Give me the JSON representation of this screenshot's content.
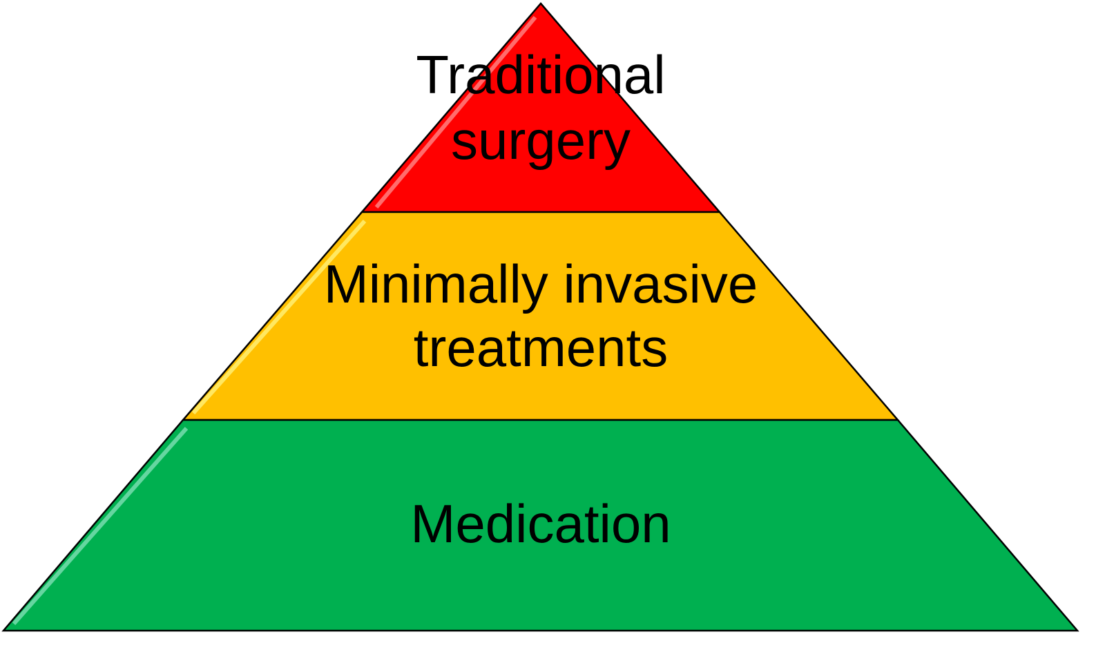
{
  "diagram": {
    "type": "pyramid",
    "tiers": [
      {
        "lines": [
          "Traditional",
          "surgery"
        ],
        "color": "#FF0000"
      },
      {
        "lines": [
          "Minimally invasive",
          "treatments"
        ],
        "color": "#FFC000"
      },
      {
        "lines": [
          "Medication"
        ],
        "color": "#00B050"
      }
    ]
  }
}
